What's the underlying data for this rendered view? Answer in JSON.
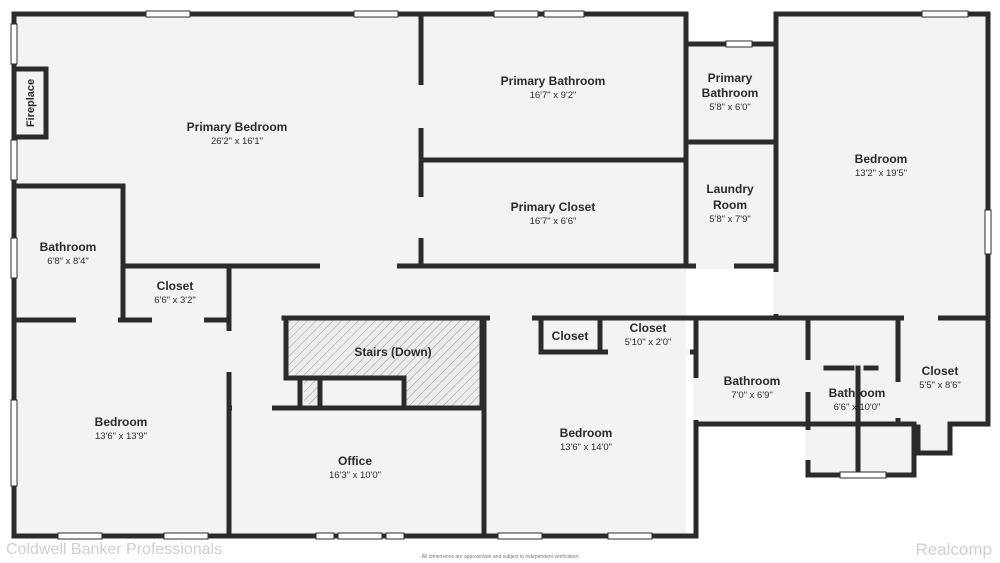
{
  "rooms": {
    "primary_bedroom": {
      "name": "Primary Bedroom",
      "dims": "26'2\" x 16'1\""
    },
    "primary_bathroom": {
      "name": "Primary Bathroom",
      "dims": "16'7\" x 9'2\""
    },
    "primary_bathroom_small": {
      "name1": "Primary",
      "name2": "Bathroom",
      "dims": "5'8\" x 6'0\""
    },
    "bedroom_right": {
      "name": "Bedroom",
      "dims": "13'2\" x 19'5\""
    },
    "primary_closet": {
      "name": "Primary Closet",
      "dims": "16'7\" x 6'6\""
    },
    "laundry_room": {
      "name1": "Laundry",
      "name2": "Room",
      "dims": "5'8\" x 7'9\""
    },
    "bathroom_left": {
      "name": "Bathroom",
      "dims": "6'8\" x 8'4\""
    },
    "closet_left": {
      "name": "Closet",
      "dims": "6'6\" x 3'2\""
    },
    "bedroom_left": {
      "name": "Bedroom",
      "dims": "13'6\" x 13'9\""
    },
    "stairs": {
      "name": "Stairs (Down)"
    },
    "office": {
      "name": "Office",
      "dims": "16'3\" x 10'0\""
    },
    "closet_small": {
      "name": "Closet"
    },
    "closet_mid": {
      "name": "Closet",
      "dims": "5'10\" x 2'0\""
    },
    "bedroom_mid": {
      "name": "Bedroom",
      "dims": "13'6\" x 14'0\""
    },
    "bathroom_mid": {
      "name": "Bathroom",
      "dims": "7'0\" x 6'9\""
    },
    "bathroom_right": {
      "name": "Bathroom",
      "dims": "6'6\" x 10'0\""
    },
    "closet_right": {
      "name": "Closet",
      "dims": "5'5\" x 8'6\""
    }
  },
  "fireplace": "Fireplace",
  "footer": {
    "left": "Coldwell Banker Professionals",
    "center": "All dimensions are approximate and subject to independent verification",
    "right": "Realcomp"
  },
  "colors": {
    "wall": "#2b2b2b",
    "floor": "#f3f3f3",
    "hatch": "#9a9a9a"
  }
}
